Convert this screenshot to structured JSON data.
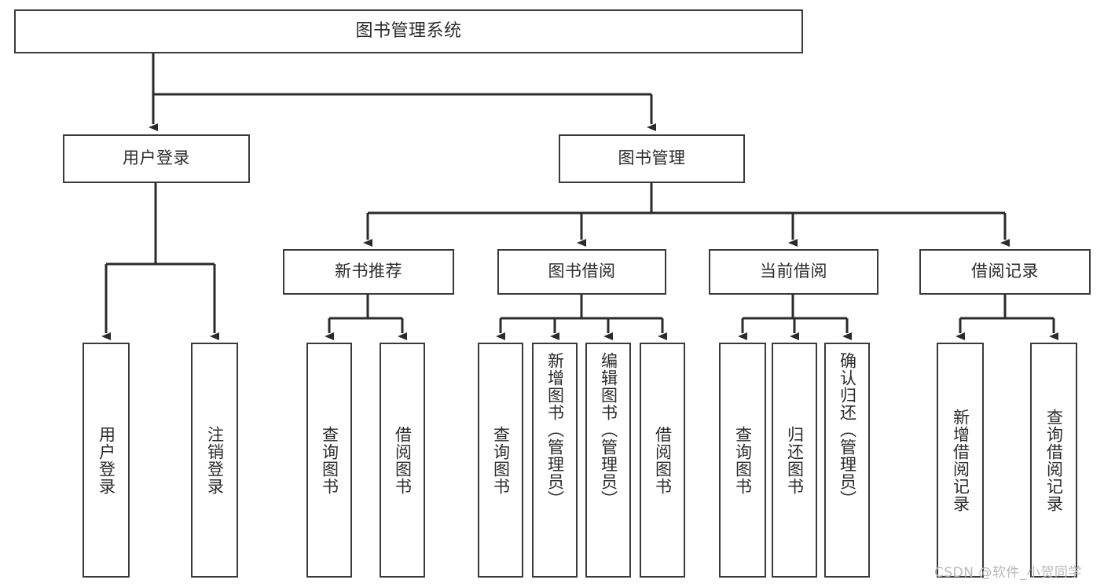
{
  "diagram": {
    "title": "图书管理系统",
    "type": "功能结构图",
    "watermark": "CSDN @软件_小贺同学",
    "colors": {
      "box_border": "#3a3a3a",
      "box_fill": "#ffffff",
      "connector": "#2b2b2b",
      "text": "#2b2b2b",
      "watermark": "#b9b9b9",
      "background": "#ffffff"
    },
    "levels": {
      "root": {
        "label": "图书管理系统"
      },
      "modules": [
        {
          "label": "用户登录"
        },
        {
          "label": "图书管理"
        }
      ],
      "submodules": [
        {
          "label": "新书推荐"
        },
        {
          "label": "图书借阅"
        },
        {
          "label": "当前借阅"
        },
        {
          "label": "借阅记录"
        }
      ],
      "leaves": {
        "user_login": [
          {
            "label": "用户登录"
          },
          {
            "label": "注销登录"
          }
        ],
        "new_book_recommend": [
          {
            "label": "查询图书"
          },
          {
            "label": "借阅图书"
          }
        ],
        "book_borrow": [
          {
            "label": "查询图书"
          },
          {
            "label": "新增图书（管理员）"
          },
          {
            "label": "编辑图书（管理员）"
          },
          {
            "label": "借阅图书"
          }
        ],
        "current_borrow": [
          {
            "label": "查询图书"
          },
          {
            "label": "归还图书"
          },
          {
            "label": "确认归还（管理员）"
          }
        ],
        "borrow_record": [
          {
            "label": "新增借阅记录"
          },
          {
            "label": "查询借阅记录"
          }
        ]
      }
    }
  },
  "chart_data": {
    "type": "diagram",
    "title": "图书管理系统",
    "layout": "top-down tree / function structure chart",
    "nodes": [
      {
        "id": "root",
        "label": "图书管理系统",
        "level": 0,
        "parent": null
      },
      {
        "id": "m1",
        "label": "用户登录",
        "level": 1,
        "parent": "root"
      },
      {
        "id": "m2",
        "label": "图书管理",
        "level": 1,
        "parent": "root"
      },
      {
        "id": "m1-l1",
        "label": "用户登录",
        "level": 2,
        "parent": "m1"
      },
      {
        "id": "m1-l2",
        "label": "注销登录",
        "level": 2,
        "parent": "m1"
      },
      {
        "id": "s1",
        "label": "新书推荐",
        "level": 2,
        "parent": "m2"
      },
      {
        "id": "s2",
        "label": "图书借阅",
        "level": 2,
        "parent": "m2"
      },
      {
        "id": "s3",
        "label": "当前借阅",
        "level": 2,
        "parent": "m2"
      },
      {
        "id": "s4",
        "label": "借阅记录",
        "level": 2,
        "parent": "m2"
      },
      {
        "id": "s1-l1",
        "label": "查询图书",
        "level": 3,
        "parent": "s1"
      },
      {
        "id": "s1-l2",
        "label": "借阅图书",
        "level": 3,
        "parent": "s1"
      },
      {
        "id": "s2-l1",
        "label": "查询图书",
        "level": 3,
        "parent": "s2"
      },
      {
        "id": "s2-l2",
        "label": "新增图书（管理员）",
        "level": 3,
        "parent": "s2"
      },
      {
        "id": "s2-l3",
        "label": "编辑图书（管理员）",
        "level": 3,
        "parent": "s2"
      },
      {
        "id": "s2-l4",
        "label": "借阅图书",
        "level": 3,
        "parent": "s2"
      },
      {
        "id": "s3-l1",
        "label": "查询图书",
        "level": 3,
        "parent": "s3"
      },
      {
        "id": "s3-l2",
        "label": "归还图书",
        "level": 3,
        "parent": "s3"
      },
      {
        "id": "s3-l3",
        "label": "确认归还（管理员）",
        "level": 3,
        "parent": "s3"
      },
      {
        "id": "s4-l1",
        "label": "新增借阅记录",
        "level": 3,
        "parent": "s4"
      },
      {
        "id": "s4-l2",
        "label": "查询借阅记录",
        "level": 3,
        "parent": "s4"
      }
    ],
    "edge_count": 19
  }
}
